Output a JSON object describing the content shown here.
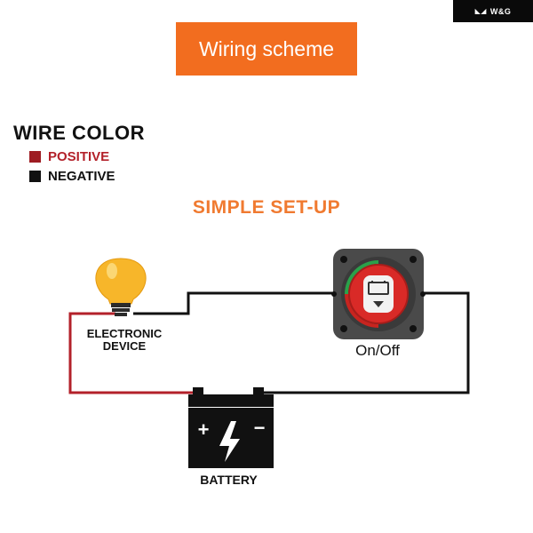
{
  "brand": {
    "text": "W&G"
  },
  "title": "Wiring scheme",
  "legend": {
    "title": "WIRE COLOR",
    "items": [
      {
        "label": "POSITIVE",
        "color": "#9e1c22"
      },
      {
        "label": "NEGATIVE",
        "color": "#111111"
      }
    ]
  },
  "subtitle": "SIMPLE SET-UP",
  "diagram": {
    "device_label_line1": "ELECTRONIC",
    "device_label_line2": "DEVICE",
    "switch_label": "On/Off",
    "battery_label": "BATTERY",
    "battery_plus": "+",
    "battery_minus": "−"
  },
  "colors": {
    "accent": "#f26d1f",
    "positive_wire": "#b3212a",
    "negative_wire": "#111111",
    "bulb": "#f7b62a"
  }
}
